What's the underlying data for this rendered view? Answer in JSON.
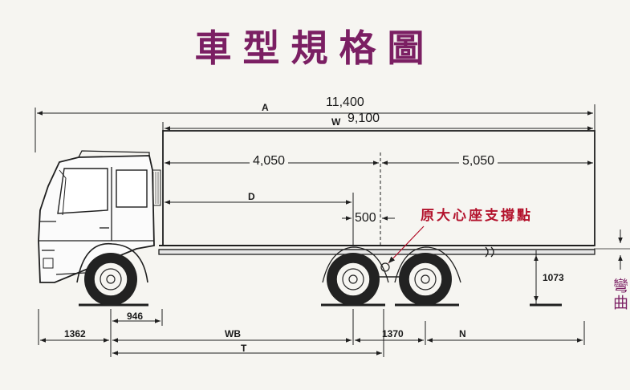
{
  "title": "車型規格圖",
  "dimensions": {
    "overall_length_label": "A",
    "overall_length_value": "11,400",
    "body_length_label": "W",
    "body_length_value": "9,100",
    "front_body_segment": "4,050",
    "rear_body_segment": "5,050",
    "d_label": "D",
    "offset_500": "500",
    "height_1073": "1073",
    "front_overhang": "1362",
    "axle_offset_946": "946",
    "wheelbase_label": "WB",
    "tandem_1370": "1370",
    "rear_overhang_label": "N",
    "total_label": "T"
  },
  "annotations": {
    "kingpin_note": "原大心座支撐點",
    "bend_note": "彎曲"
  },
  "colors": {
    "title": "#7b1f63",
    "note": "#b3122c",
    "line": "#1f1f1f"
  }
}
